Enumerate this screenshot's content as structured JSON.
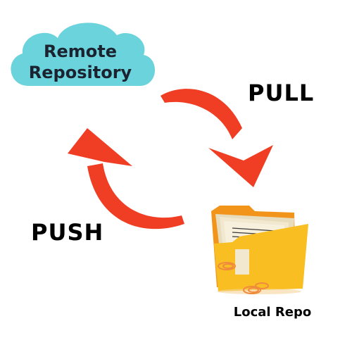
{
  "remote": {
    "line1": "Remote",
    "line2": "Repository"
  },
  "pull_label": "PULL",
  "push_label": "PUSH",
  "local_label": "Local Repo",
  "colors": {
    "cloud": "#6bd3db",
    "arrow": "#ef3e23",
    "folder_back": "#f2941a",
    "folder_front": "#f9bf22",
    "paper": "#f1e8cf",
    "clip": "#f08a3c"
  }
}
